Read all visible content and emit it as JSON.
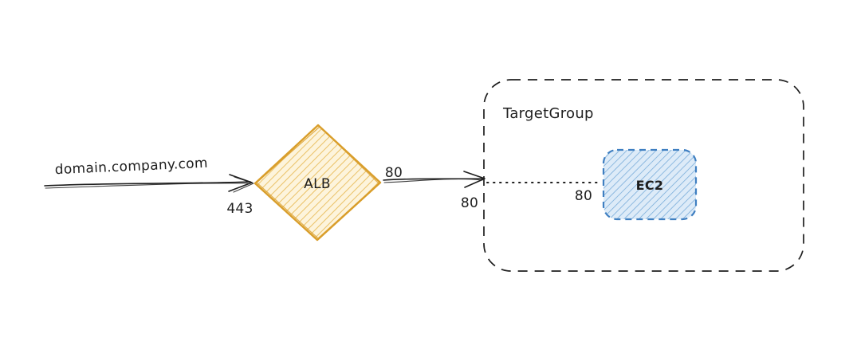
{
  "labels": {
    "domain": "domain.company.com",
    "ingress_port": "443",
    "alb": "ALB",
    "alb_egress_port": "80",
    "target_group_ingress_port": "80",
    "target_group": "TargetGroup",
    "ec2_port": "80",
    "ec2": "EC2"
  },
  "colors": {
    "ink": "#1e1e1e",
    "alb_stroke": "#d99e2b",
    "alb_fill": "#fdf4dc",
    "alb_hatch": "#e6b54a",
    "ec2_stroke": "#3f7fc1",
    "ec2_fill": "#ddebf8",
    "ec2_hatch": "#74a9d8"
  }
}
